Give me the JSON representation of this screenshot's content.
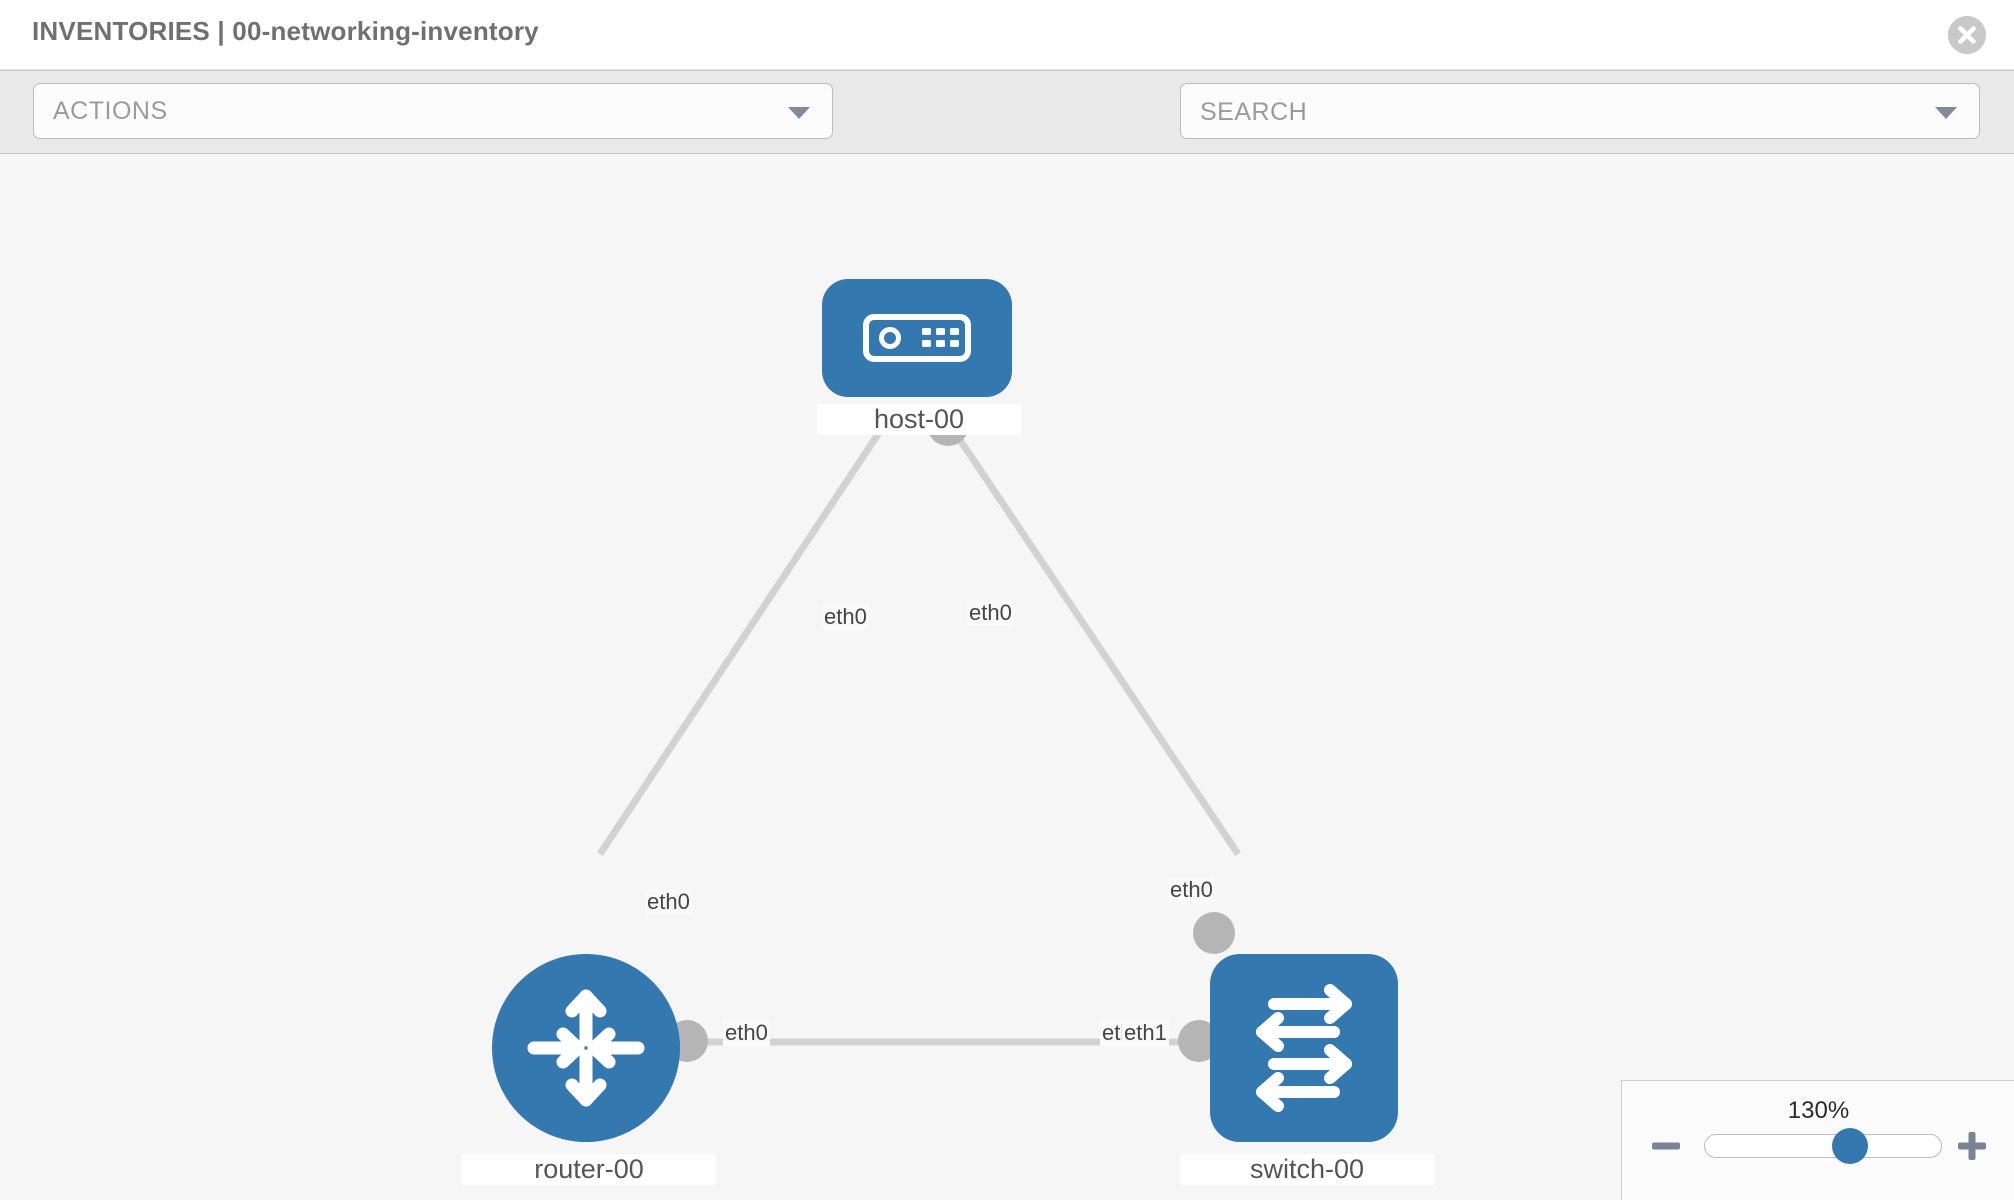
{
  "header": {
    "title": "INVENTORIES | 00-networking-inventory",
    "close_icon": "close-circle-icon"
  },
  "toolbar": {
    "actions_label": "ACTIONS",
    "actions_caret_icon": "chevron-down-icon",
    "wrench_icon": "wrench-icon",
    "key_icon": "key-icon",
    "search_placeholder": "SEARCH",
    "search_value": "",
    "search_caret_icon": "chevron-down-icon"
  },
  "zoom_control": {
    "value_label": "130%",
    "percent": 130,
    "minus_icon": "minus-icon",
    "plus_icon": "plus-icon"
  },
  "colors": {
    "node_blue": "#3478b0",
    "link_gray": "#d2d2d2",
    "nub_gray": "#b5b5b5",
    "canvas_bg": "#f6f6f6",
    "toolbar_bg": "#e9e9e9",
    "title_gray": "#707070"
  },
  "topology": {
    "nodes": [
      {
        "id": "host-00",
        "label": "host-00",
        "type": "host",
        "icon": "server-device-icon",
        "shape": "rounded-rect"
      },
      {
        "id": "router-00",
        "label": "router-00",
        "type": "router",
        "icon": "router-arrows-icon",
        "shape": "circle"
      },
      {
        "id": "switch-00",
        "label": "switch-00",
        "type": "switch",
        "icon": "switch-arrows-icon",
        "shape": "rounded-square"
      }
    ],
    "links": [
      {
        "from": "host-00",
        "to": "router-00",
        "from_interface": "eth0",
        "to_interface": "eth0"
      },
      {
        "from": "host-00",
        "to": "switch-00",
        "from_interface": "eth0",
        "to_interface": "eth0"
      },
      {
        "from": "router-00",
        "to": "switch-00",
        "from_interface": "eth0",
        "to_interface": "eth1"
      }
    ],
    "interface_labels": {
      "host_left": "eth0",
      "host_right": "eth0",
      "router_up": "eth0",
      "switch_up": "eth0",
      "router_right": "eth0",
      "switch_left_overlap": "etl",
      "switch_left": "eth1"
    }
  }
}
